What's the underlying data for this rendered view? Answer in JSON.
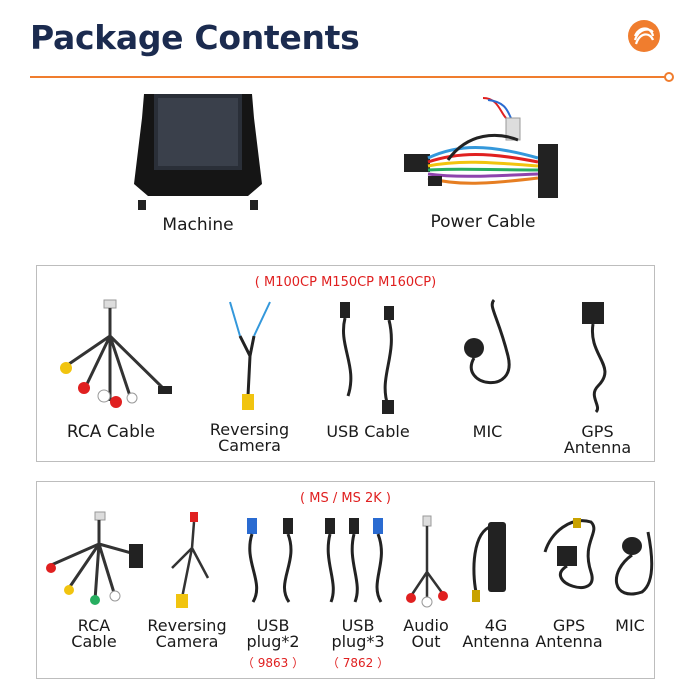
{
  "header": {
    "title": "Package Contents",
    "logo_icon": "orange-coil-icon",
    "accent_color": "#f07d2e",
    "title_color": "#1b2b4f"
  },
  "main_items": [
    {
      "label": "Machine",
      "icon": "head-unit-icon"
    },
    {
      "label": "Power Cable",
      "icon": "power-harness-icon"
    }
  ],
  "group1": {
    "label": "( M100CP M150CP M160CP)",
    "items": [
      {
        "line1": "RCA Cable",
        "line2": ""
      },
      {
        "line1": "Reversing",
        "line2": "Camera"
      },
      {
        "line1": "USB Cable",
        "line2": ""
      },
      {
        "line1": "MIC",
        "line2": ""
      },
      {
        "line1": "GPS",
        "line2": "Antenna"
      }
    ]
  },
  "group2": {
    "label": "( MS / MS 2K )",
    "items": [
      {
        "line1": "RCA",
        "line2": "Cable",
        "note": ""
      },
      {
        "line1": "Reversing",
        "line2": "Camera",
        "note": ""
      },
      {
        "line1": "USB",
        "line2": "plug*2",
        "note": "（ 9863 ）"
      },
      {
        "line1": "USB",
        "line2": "plug*3",
        "note": "（ 7862 ）"
      },
      {
        "line1": "Audio",
        "line2": "Out",
        "note": ""
      },
      {
        "line1": "4G",
        "line2": "Antenna",
        "note": ""
      },
      {
        "line1": "GPS",
        "line2": "Antenna",
        "note": ""
      },
      {
        "line1": "MIC",
        "line2": "",
        "note": ""
      }
    ]
  }
}
